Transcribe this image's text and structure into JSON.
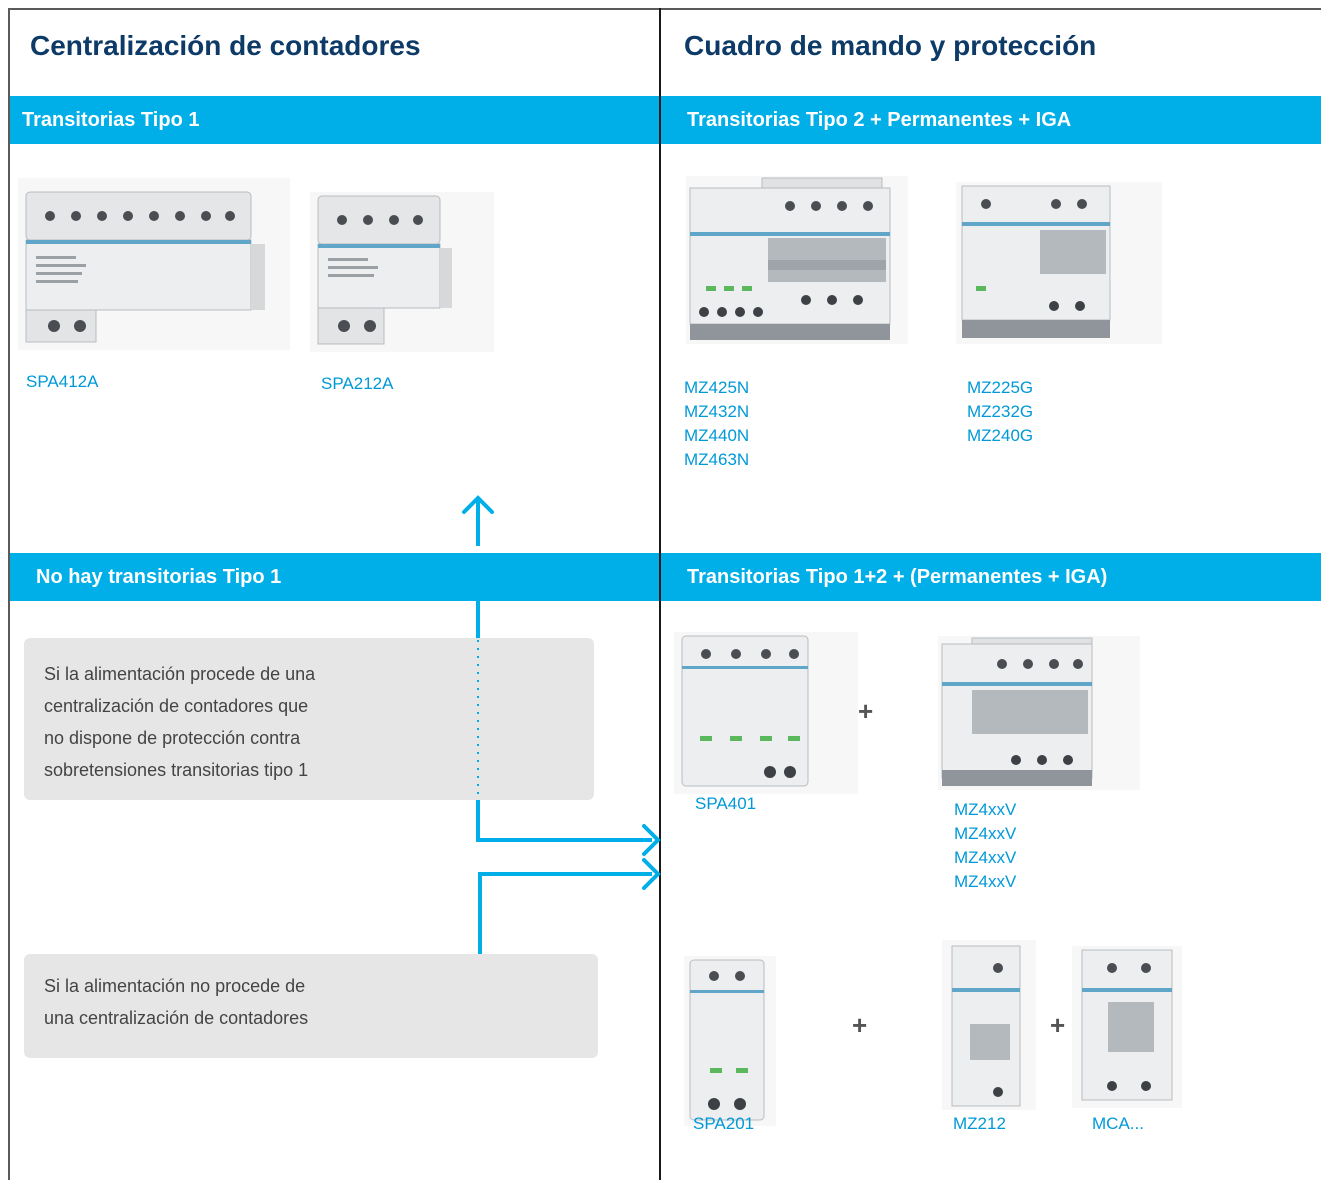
{
  "columns": {
    "left_title": "Centralización de contadores",
    "right_title": "Cuadro de mando y protección"
  },
  "bands": {
    "top_left": "Transitorias Tipo 1",
    "top_right": "Transitorias Tipo 2 + Permanentes + IGA",
    "bottom_left": "No hay transitorias Tipo 1",
    "bottom_right": "Transitorias Tipo 1+2 + (Permanentes + IGA)"
  },
  "products": {
    "spa412a": "SPA412A",
    "spa212a": "SPA212A",
    "mz4_list": [
      "MZ425N",
      "MZ432N",
      "MZ440N",
      "MZ463N"
    ],
    "mz2_list": [
      "MZ225G",
      "MZ232G",
      "MZ240G"
    ],
    "spa401": "SPA401",
    "mz4xxv_list": [
      "MZ4xxV",
      "MZ4xxV",
      "MZ4xxV",
      "MZ4xxV"
    ],
    "spa201": "SPA201",
    "mz212": "MZ212",
    "mca": "MCA..."
  },
  "notes": {
    "note1": [
      "Si la alimentación procede de una",
      "centralización de contadores que",
      "no dispone de protección contra",
      "sobretensiones transitorias tipo 1"
    ],
    "note2": [
      "Si la alimentación no procede de",
      "una centralización de contadores"
    ]
  },
  "symbols": {
    "plus": "+"
  },
  "colors": {
    "accent": "#00aee8",
    "title": "#0d3a66",
    "code": "#0099d8",
    "note_bg": "#e6e6e6"
  }
}
